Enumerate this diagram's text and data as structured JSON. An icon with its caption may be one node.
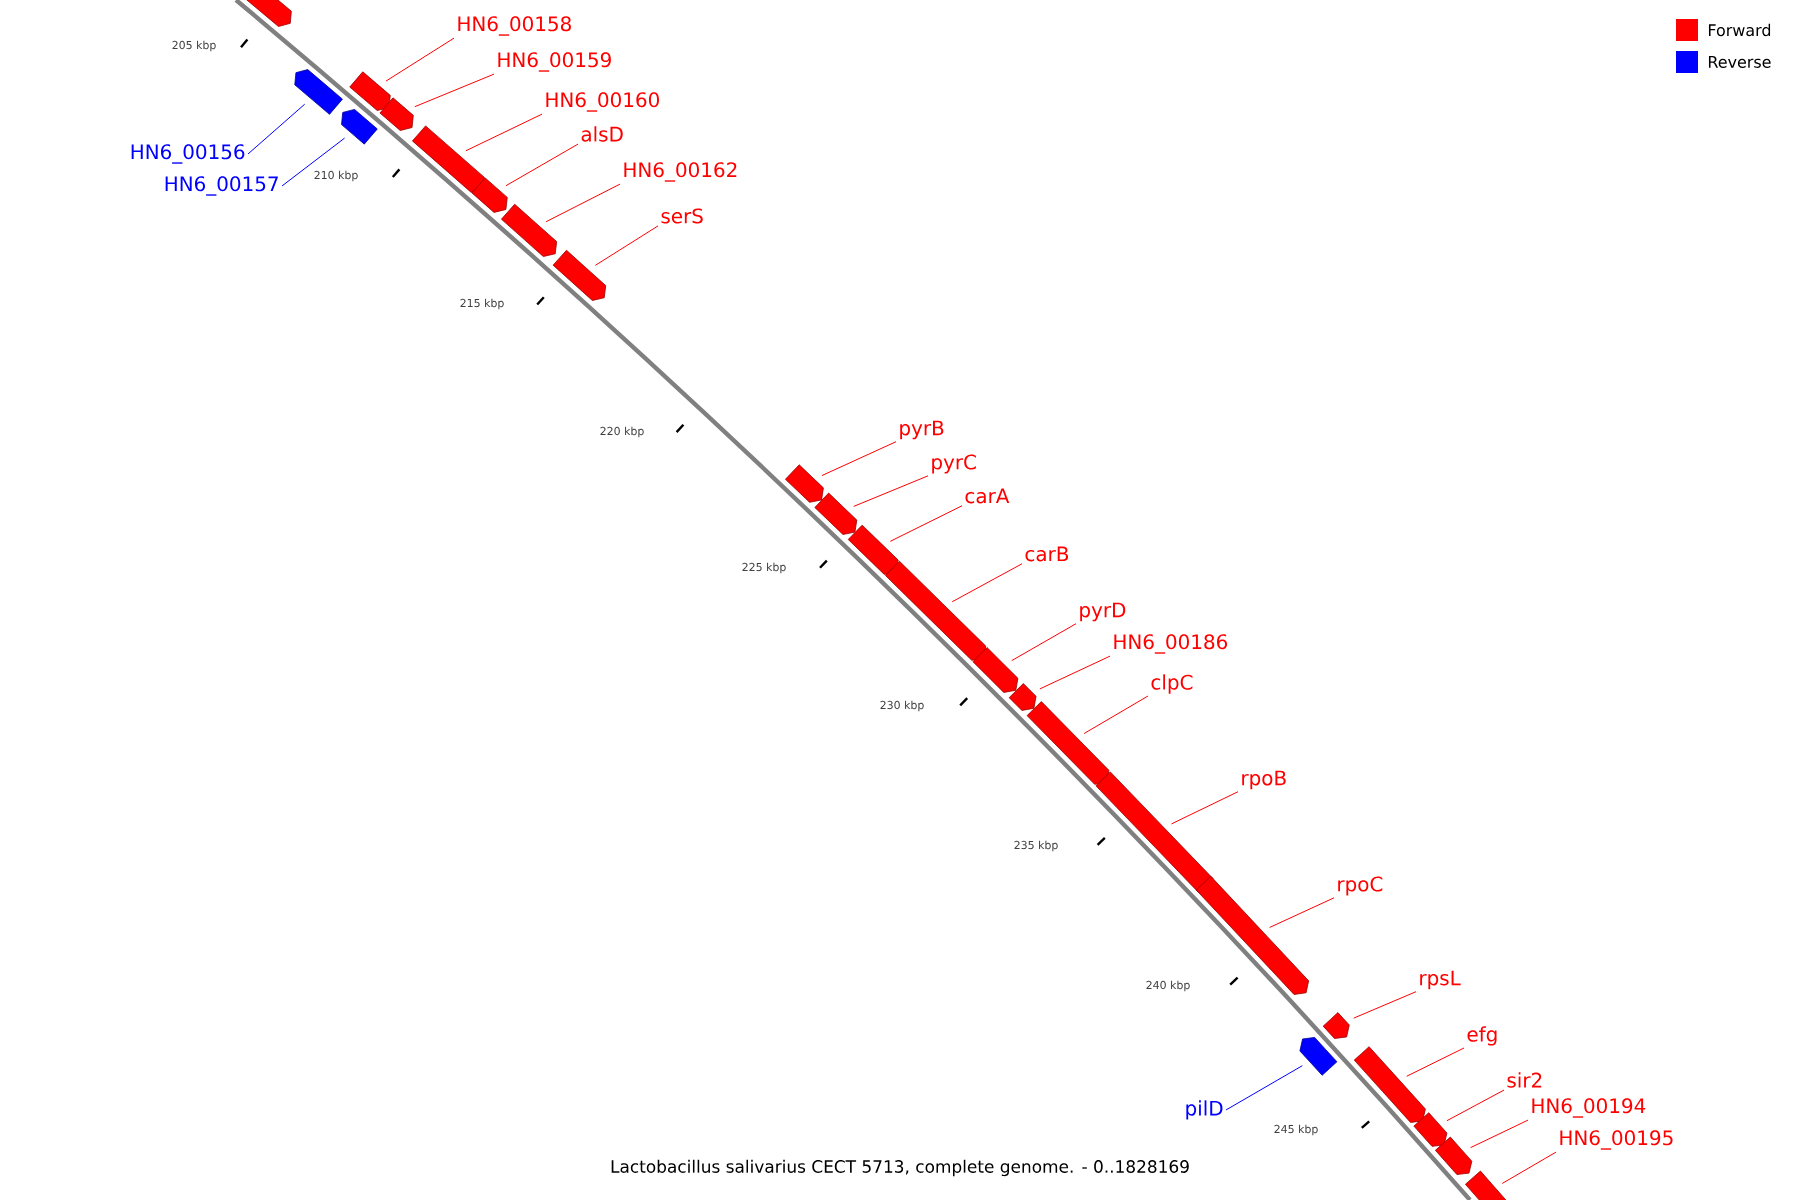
{
  "diagram": {
    "caption": "Lactobacillus salivarius CECT 5713, complete genome. - 0..1828169",
    "nodes": [
      {
        "text": [],
        "shape": "box"
      },
      {
        "text": [
          "HN6_00158"
        ]
      },
      {
        "text": [],
        "shape": "box"
      },
      {
        "text": [
          "HN6_00159"
        ]
      },
      {
        "text": [],
        "shape": "box"
      },
      {
        "text": [
          "HN6_00156"
        ]
      },
      {
        "text": [],
        "shape": "box"
      },
      {
        "text": [
          "HN6_00160"
        ]
      },
      {
        "text": [],
        "shape": "box"
      },
      {
        "text": [
          "alsD"
        ]
      },
      {
        "text": [],
        "shape": "box"
      },
      {
        "text": [
          "HN6_00157"
        ]
      },
      {
        "text": [],
        "shape": "box"
      },
      {
        "text": [
          "HN6_00162"
        ]
      },
      {
        "text": [],
        "shape": "box"
      },
      {
        "text": [
          "serS"
        ]
      },
      {
        "text": [],
        "shape": "box"
      },
      {
        "text": [
          "pyrB"
        ]
      },
      {
        "text": [],
        "shape": "box"
      },
      {
        "text": [
          "pyrC"
        ]
      },
      {
        "text": [],
        "shape": "box"
      },
      {
        "text": [
          "carA"
        ]
      },
      {
        "text": [],
        "shape": "box"
      },
      {
        "text": [
          "carB"
        ]
      },
      {
        "text": [],
        "shape": "box"
      },
      {
        "text": [
          "pyrD"
        ]
      },
      {
        "text": [],
        "shape": "box"
      },
      {
        "text": [
          "HN6_00186"
        ]
      },
      {
        "text": [],
        "shape": "box"
      },
      {
        "text": [
          "clpC"
        ]
      },
      {
        "text": [],
        "shape": "box"
      },
      {
        "text": [
          "rpoB"
        ]
      },
      {
        "text": [],
        "shape": "box"
      },
      {
        "text": [
          "rpoC"
        ]
      },
      {
        "text": [],
        "shape": "box"
      },
      {
        "text": [
          "rpsL"
        ]
      },
      {
        "text": [],
        "shape": "box"
      },
      {
        "text": [
          "efg"
        ]
      },
      {
        "text": [],
        "shape": "box"
      },
      {
        "text": [
          "pilD"
        ]
      },
      {
        "text": [],
        "shape": "box"
      },
      {
        "text": [
          "sir2"
        ]
      },
      {
        "text": [],
        "shape": "box"
      },
      {
        "text": [
          "HN6_00194"
        ]
      },
      {
        "text": [],
        "shape": "box"
      },
      {
        "text": [
          "HN6_00195"
        ]
      },
      {
        "text": [],
        "shape": "box"
      }
    ],
    "edges": [
      {
        "from": 1,
        "to": 2,
        "arrow": "none"
      },
      {
        "from": 3,
        "to": 4,
        "arrow": "none"
      },
      {
        "from": 5,
        "to": 6,
        "arrow": "none",
        "color": "#0000ff"
      },
      {
        "from": 7,
        "to": 8,
        "arrow": "none"
      },
      {
        "from": 9,
        "to": 10,
        "arrow": "none"
      },
      {
        "from": 11,
        "to": 12,
        "arrow": "none",
        "color": "#0000ff"
      },
      {
        "from": 13,
        "to": 14,
        "arrow": "none"
      },
      {
        "from": 15,
        "to": 16,
        "arrow": "none"
      },
      {
        "from": 17,
        "to": 18,
        "arrow": "none"
      },
      {
        "from": 19,
        "to": 20,
        "arrow": "none"
      },
      {
        "from": 21,
        "to": 22,
        "arrow": "none"
      },
      {
        "from": 23,
        "to": 24,
        "arrow": "none"
      },
      {
        "from": 25,
        "to": 26,
        "arrow": "none"
      },
      {
        "from": 27,
        "to": 28,
        "arrow": "none"
      },
      {
        "from": 29,
        "to": 30,
        "arrow": "none"
      },
      {
        "from": 31,
        "to": 32,
        "arrow": "none"
      },
      {
        "from": 33,
        "to": 34,
        "arrow": "none"
      },
      {
        "from": 35,
        "to": 36,
        "arrow": "none"
      },
      {
        "from": 37,
        "to": 38,
        "arrow": "none"
      },
      {
        "from": 39,
        "to": 40,
        "arrow": "none",
        "color": "#0000ff"
      },
      {
        "from": 41,
        "to": 42,
        "arrow": "none"
      },
      {
        "from": 43,
        "to": 44,
        "arrow": "none"
      },
      {
        "from": 45,
        "to": 46,
        "arrow": "none"
      }
    ],
    "labels": [
      "205 kbp",
      "210 kbp",
      "215 kbp",
      "220 kbp",
      "225 kbp",
      "230 kbp",
      "235 kbp",
      "240 kbp",
      "245 kbp"
    ],
    "legend": [
      {
        "text": "Forward",
        "color": "#ff0000"
      },
      {
        "text": "Reverse",
        "color": "#0000ff"
      }
    ]
  }
}
